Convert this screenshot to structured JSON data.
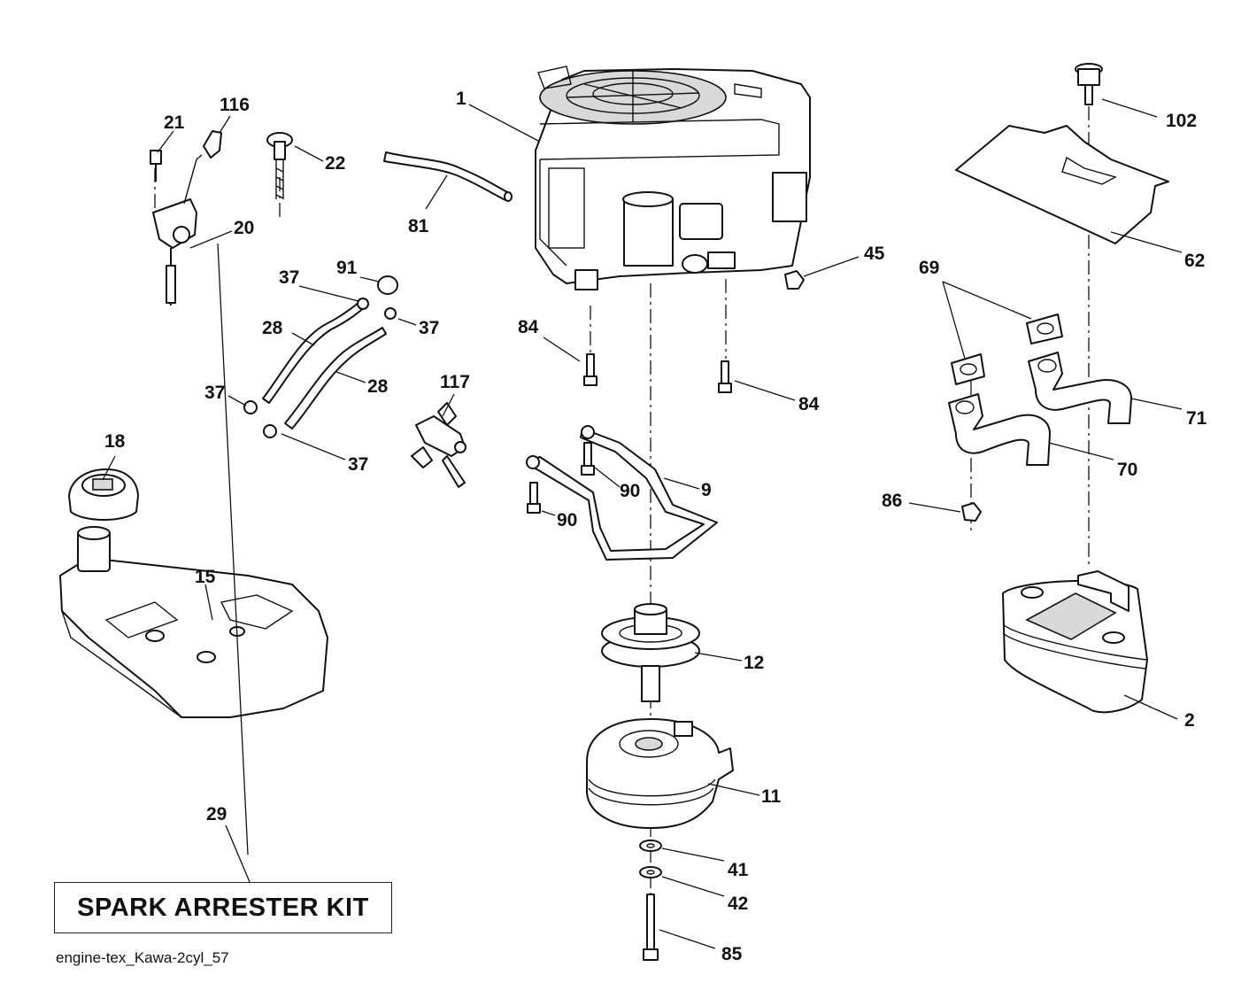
{
  "callouts": {
    "c1": "1",
    "c2": "2",
    "c9": "9",
    "c11": "11",
    "c12": "12",
    "c15": "15",
    "c18": "18",
    "c20": "20",
    "c21": "21",
    "c22": "22",
    "c28a": "28",
    "c28b": "28",
    "c29": "29",
    "c37a": "37",
    "c37b": "37",
    "c37c": "37",
    "c37d": "37",
    "c41": "41",
    "c42": "42",
    "c45": "45",
    "c62": "62",
    "c69": "69",
    "c70": "70",
    "c71": "71",
    "c81": "81",
    "c84a": "84",
    "c84b": "84",
    "c85": "85",
    "c86": "86",
    "c90a": "90",
    "c90b": "90",
    "c91": "91",
    "c102": "102",
    "c116": "116",
    "c117": "117"
  },
  "kit_label": "SPARK ARRESTER KIT",
  "drawing_id": "engine-tex_Kawa-2cyl_57"
}
